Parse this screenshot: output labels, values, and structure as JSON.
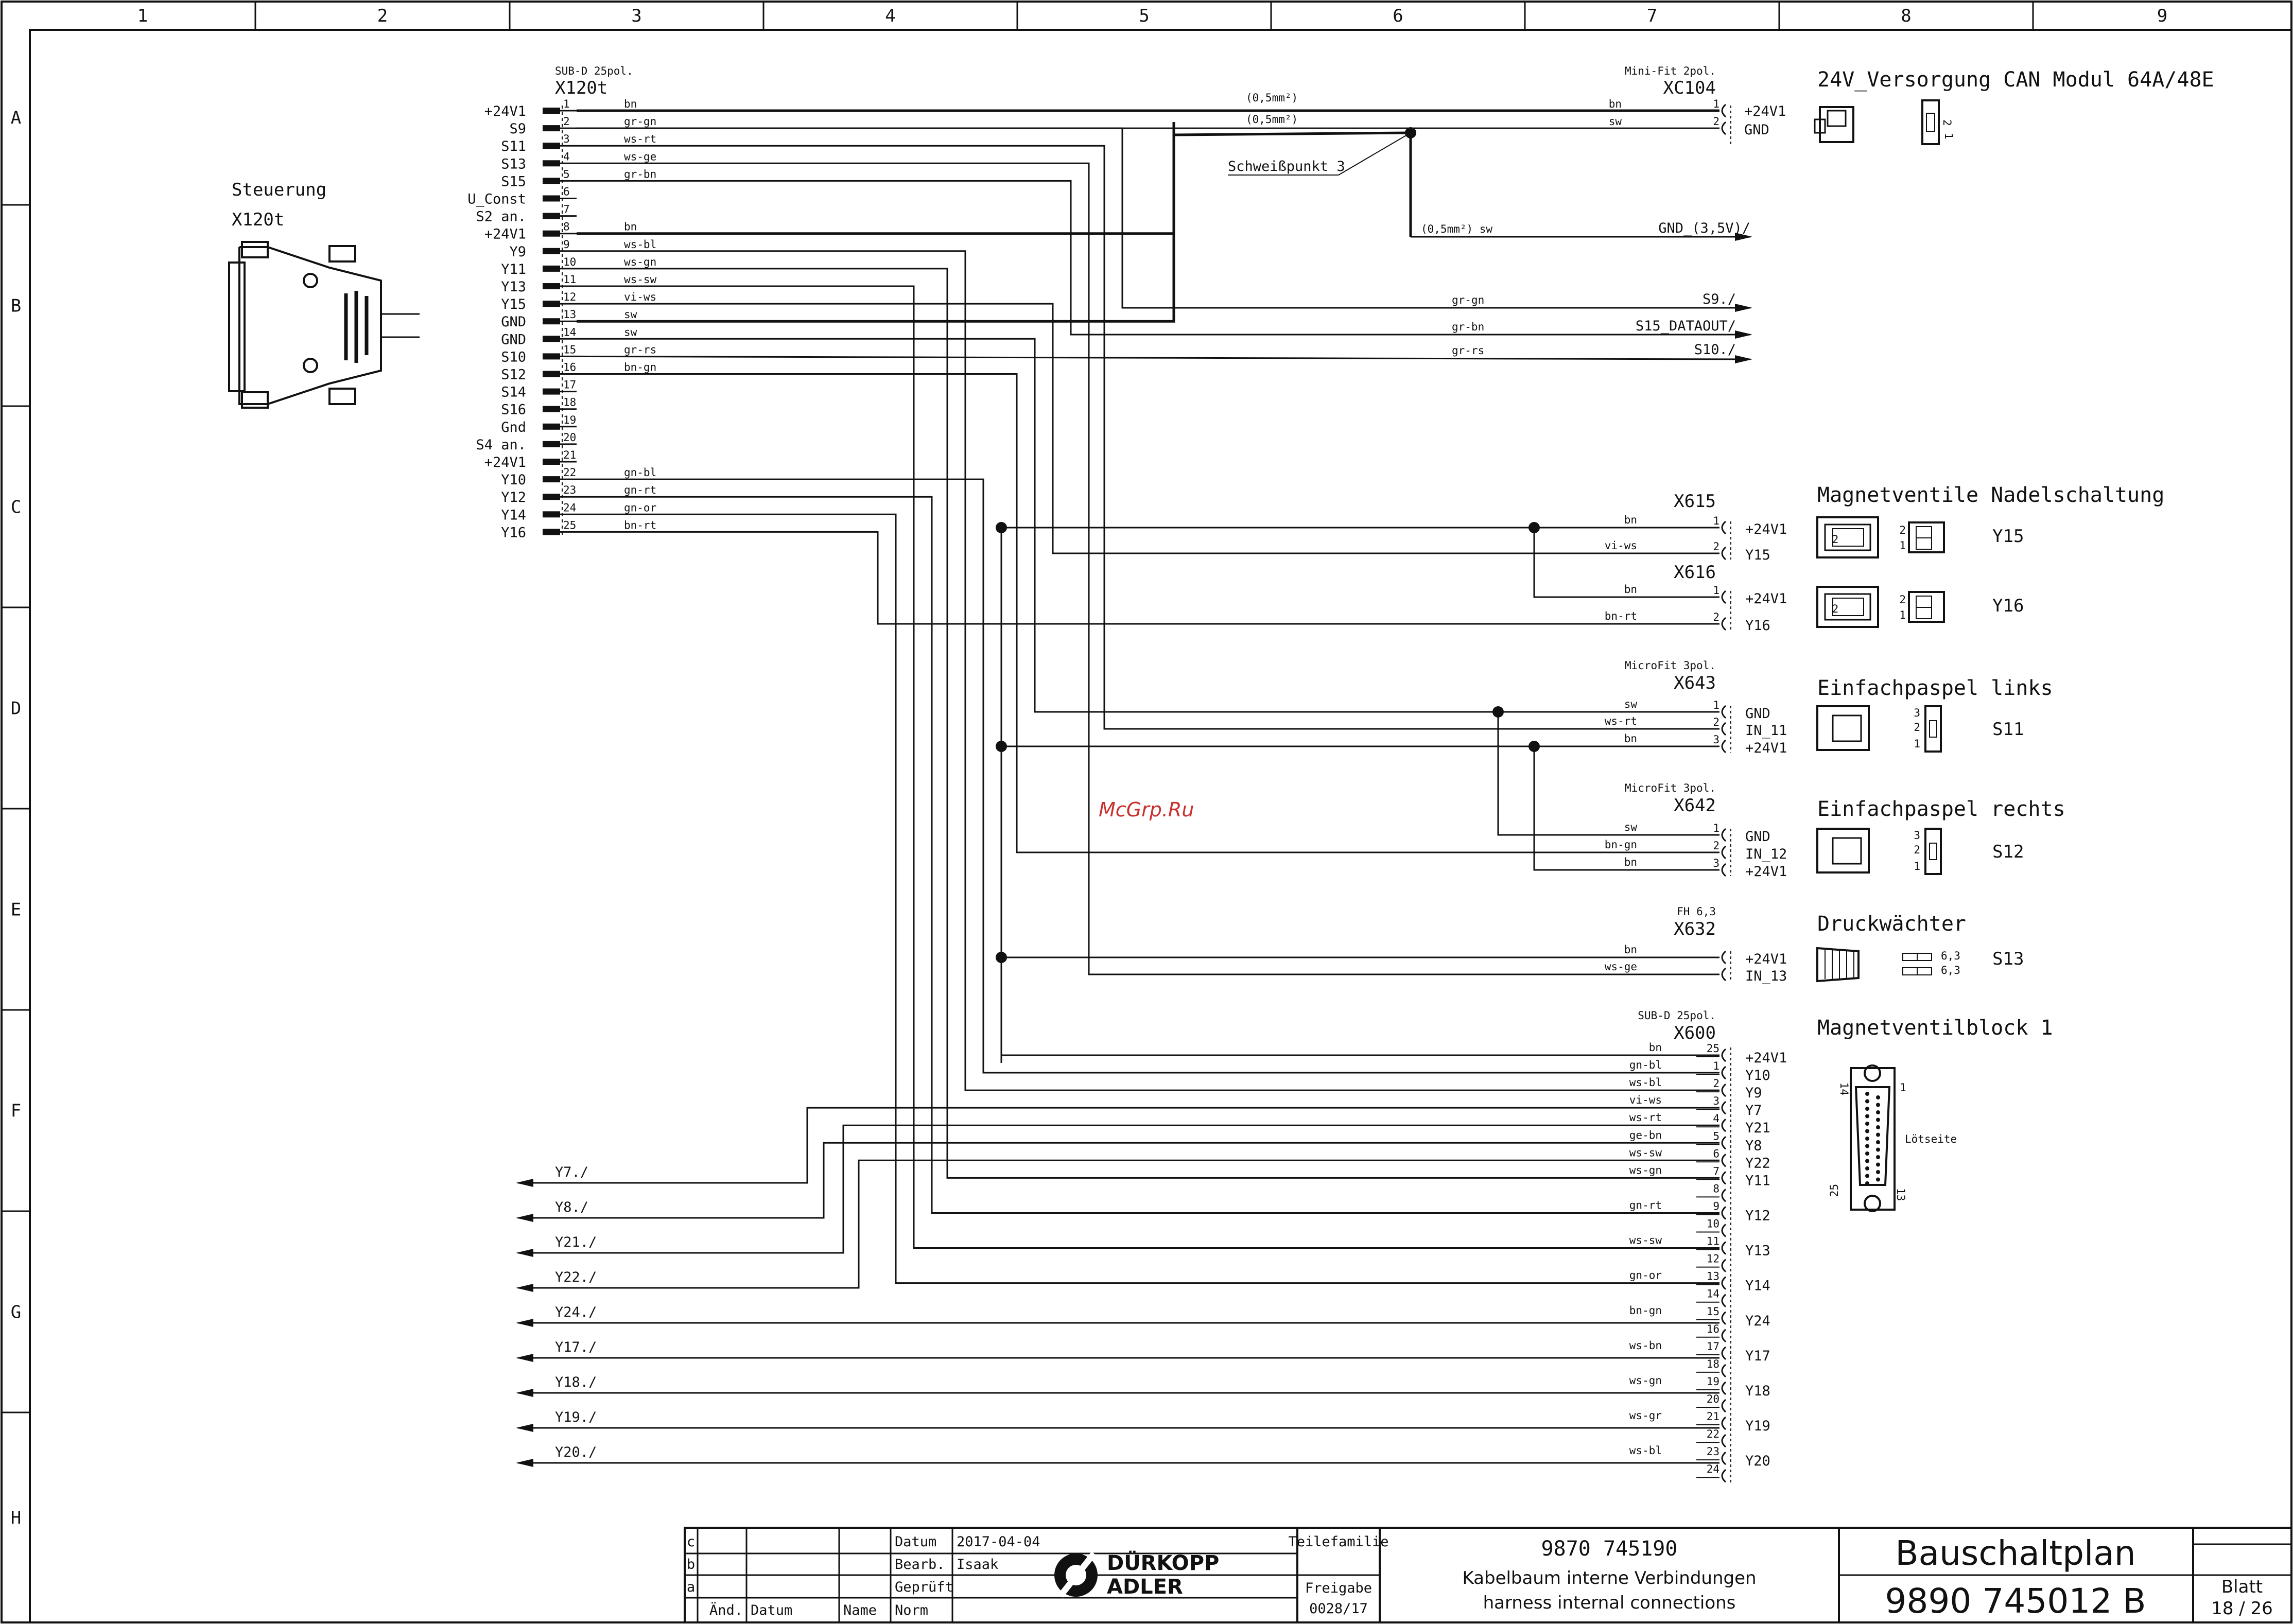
{
  "grid": {
    "cols": [
      "1",
      "2",
      "3",
      "4",
      "5",
      "6",
      "7",
      "8",
      "9"
    ],
    "rows": [
      "A",
      "B",
      "C",
      "D",
      "E",
      "F",
      "G",
      "H"
    ]
  },
  "controller": {
    "title": "Steuerung",
    "connector": "X120t"
  },
  "x120": {
    "type": "SUB-D 25pol.",
    "name": "X120t",
    "pins": [
      {
        "num": "1",
        "label": "+24V1",
        "wire": "bn"
      },
      {
        "num": "2",
        "label": "S9",
        "wire": "gr-gn"
      },
      {
        "num": "3",
        "label": "S11",
        "wire": "ws-rt"
      },
      {
        "num": "4",
        "label": "S13",
        "wire": "ws-ge"
      },
      {
        "num": "5",
        "label": "S15",
        "wire": "gr-bn"
      },
      {
        "num": "6",
        "label": "U_Const",
        "wire": ""
      },
      {
        "num": "7",
        "label": "S2 an.",
        "wire": ""
      },
      {
        "num": "8",
        "label": "+24V1",
        "wire": "bn"
      },
      {
        "num": "9",
        "label": "Y9",
        "wire": "ws-bl"
      },
      {
        "num": "10",
        "label": "Y11",
        "wire": "ws-gn"
      },
      {
        "num": "11",
        "label": "Y13",
        "wire": "ws-sw"
      },
      {
        "num": "12",
        "label": "Y15",
        "wire": "vi-ws"
      },
      {
        "num": "13",
        "label": "GND",
        "wire": "sw"
      },
      {
        "num": "14",
        "label": "GND",
        "wire": "sw"
      },
      {
        "num": "15",
        "label": "S10",
        "wire": "gr-rs"
      },
      {
        "num": "16",
        "label": "S12",
        "wire": "bn-gn"
      },
      {
        "num": "17",
        "label": "S14",
        "wire": ""
      },
      {
        "num": "18",
        "label": "S16",
        "wire": ""
      },
      {
        "num": "19",
        "label": "Gnd",
        "wire": ""
      },
      {
        "num": "20",
        "label": "S4 an.",
        "wire": ""
      },
      {
        "num": "21",
        "label": "+24V1",
        "wire": ""
      },
      {
        "num": "22",
        "label": "Y10",
        "wire": "gn-bl"
      },
      {
        "num": "23",
        "label": "Y12",
        "wire": "gn-rt"
      },
      {
        "num": "24",
        "label": "Y14",
        "wire": "gn-or"
      },
      {
        "num": "25",
        "label": "Y16",
        "wire": "bn-rt"
      }
    ]
  },
  "xc104": {
    "type": "Mini-Fit 2pol.",
    "name": "XC104",
    "pins": [
      {
        "num": "1",
        "label": "+24V1",
        "wire": "bn"
      },
      {
        "num": "2",
        "label": "GND",
        "wire": "sw"
      }
    ],
    "cross1": "(0,5mm²)",
    "cross2": "(0,5mm²)",
    "weld": "Schweißpunkt 3"
  },
  "outputs_top": [
    {
      "label": "GND_(3,5V)/",
      "wire": "(0,5mm²) sw"
    },
    {
      "label": "S9./",
      "wire": "gr-gn"
    },
    {
      "label": "S15_DATAOUT/",
      "wire": "gr-bn"
    },
    {
      "label": "S10./",
      "wire": "gr-rs"
    }
  ],
  "x615": {
    "name": "X615",
    "pins": [
      {
        "num": "1",
        "label": "+24V1",
        "wire": "bn"
      },
      {
        "num": "2",
        "label": "Y15",
        "wire": "vi-ws"
      }
    ]
  },
  "x616": {
    "name": "X616",
    "pins": [
      {
        "num": "1",
        "label": "+24V1",
        "wire": "bn"
      },
      {
        "num": "2",
        "label": "Y16",
        "wire": "bn-rt"
      }
    ]
  },
  "x643": {
    "type": "MicroFit 3pol.",
    "name": "X643",
    "pins": [
      {
        "num": "1",
        "label": "GND",
        "wire": "sw"
      },
      {
        "num": "2",
        "label": "IN_11",
        "wire": "ws-rt"
      },
      {
        "num": "3",
        "label": "+24V1",
        "wire": "bn"
      }
    ]
  },
  "x642": {
    "type": "MicroFit 3pol.",
    "name": "X642",
    "pins": [
      {
        "num": "1",
        "label": "GND",
        "wire": "sw"
      },
      {
        "num": "2",
        "label": "IN_12",
        "wire": "bn-gn"
      },
      {
        "num": "3",
        "label": "+24V1",
        "wire": "bn"
      }
    ]
  },
  "x632": {
    "type": "FH 6,3",
    "name": "X632",
    "pins": [
      {
        "num": "",
        "label": "+24V1",
        "wire": "bn"
      },
      {
        "num": "",
        "label": "IN_13",
        "wire": "ws-ge"
      }
    ]
  },
  "x600": {
    "type": "SUB-D 25pol.",
    "name": "X600",
    "pins": [
      {
        "num": "25",
        "wire": "bn",
        "label": "+24V1"
      },
      {
        "num": "1",
        "wire": "gn-bl",
        "label": "Y10"
      },
      {
        "num": "2",
        "wire": "ws-bl",
        "label": "Y9"
      },
      {
        "num": "3",
        "wire": "vi-ws",
        "label": "Y7"
      },
      {
        "num": "4",
        "wire": "ws-rt",
        "label": "Y21"
      },
      {
        "num": "5",
        "wire": "ge-bn",
        "label": "Y8"
      },
      {
        "num": "6",
        "wire": "ws-sw",
        "label": "Y22"
      },
      {
        "num": "7",
        "wire": "ws-gn",
        "label": "Y11"
      },
      {
        "num": "8",
        "wire": "",
        "label": ""
      },
      {
        "num": "9",
        "wire": "gn-rt",
        "label": "Y12"
      },
      {
        "num": "10",
        "wire": "",
        "label": ""
      },
      {
        "num": "11",
        "wire": "ws-sw",
        "label": "Y13"
      },
      {
        "num": "12",
        "wire": "",
        "label": ""
      },
      {
        "num": "13",
        "wire": "gn-or",
        "label": "Y14"
      },
      {
        "num": "14",
        "wire": "",
        "label": ""
      },
      {
        "num": "15",
        "wire": "bn-gn",
        "label": "Y24"
      },
      {
        "num": "16",
        "wire": "",
        "label": ""
      },
      {
        "num": "17",
        "wire": "ws-bn",
        "label": "Y17"
      },
      {
        "num": "18",
        "wire": "",
        "label": ""
      },
      {
        "num": "19",
        "wire": "ws-gn",
        "label": "Y18"
      },
      {
        "num": "20",
        "wire": "",
        "label": ""
      },
      {
        "num": "21",
        "wire": "ws-gr",
        "label": "Y19"
      },
      {
        "num": "22",
        "wire": "",
        "label": ""
      },
      {
        "num": "23",
        "wire": "ws-bl",
        "label": "Y20"
      },
      {
        "num": "24",
        "wire": "",
        "label": ""
      }
    ]
  },
  "outputs_left": [
    "Y7./",
    "Y8./",
    "Y21./",
    "Y22./",
    "Y24./",
    "Y17./",
    "Y18./",
    "Y19./",
    "Y20./"
  ],
  "components": {
    "supply": "24V_Versorgung CAN Modul 64A/48E",
    "needle": "Magnetventile Nadelschaltung",
    "y15": "Y15",
    "y16": "Y16",
    "paspel_left": "Einfachpaspel links",
    "s11": "S11",
    "paspel_right": "Einfachpaspel rechts",
    "s12": "S12",
    "pressure": "Druckwächter",
    "s13": "S13",
    "valveblock": "Magnetventilblock 1",
    "solder_side": "Lötseite",
    "pin_nums": {
      "p1": "1",
      "p14": "14",
      "p13": "13",
      "p25": "25",
      "p2": "2",
      "p3": "3",
      "p63": "6,3"
    }
  },
  "watermark": "McGrp.Ru",
  "title_block": {
    "rev": [
      "c",
      "b",
      "a"
    ],
    "datum_label": "Datum",
    "datum_value": "2017-04-04",
    "bearb_label": "Bearb.",
    "bearb_value": "Isaak",
    "geprueft_label": "Geprüft",
    "norm_label": "Norm",
    "aend_label": "Änd.",
    "datum2_label": "Datum",
    "name_label": "Name",
    "logo_line1": "DÜRKOPP",
    "logo_line2": "ADLER",
    "teilefamilie": "Teilefamilie",
    "freigabe": "Freigabe",
    "freigabe_nr": "0028/17",
    "part_no": "9870 745190",
    "desc_de": "Kabelbaum interne Verbindungen",
    "desc_en": "harness internal connections",
    "doc_type": "Bauschaltplan",
    "doc_no": "9890 745012 B",
    "blatt": "Blatt",
    "sheet": "18 / 26"
  }
}
